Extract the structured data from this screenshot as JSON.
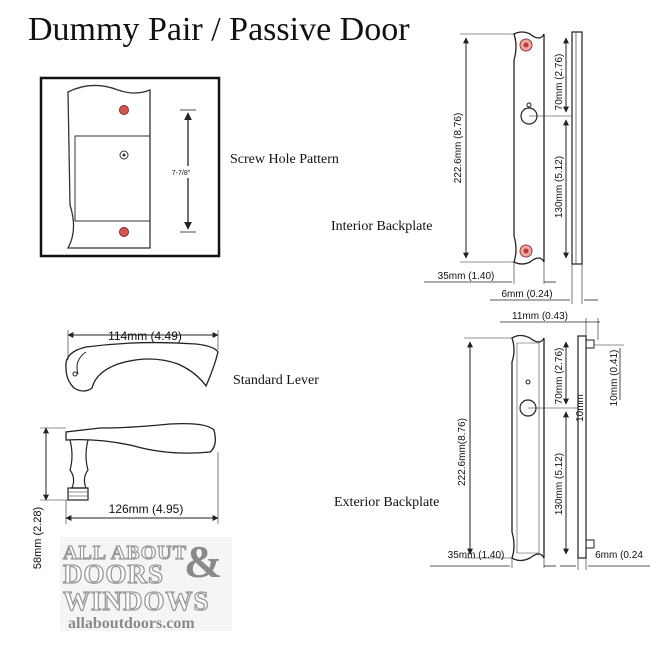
{
  "title": "Dummy Pair / Passive Door",
  "captions": {
    "screw_hole_pattern": "Screw Hole Pattern",
    "interior_backplate": "Interior Backplate",
    "standard_lever": "Standard Lever",
    "exterior_backplate": "Exterior Backplate"
  },
  "screw_pattern": {
    "spacing": "7-7/8\""
  },
  "interior": {
    "height": "222.6mm (8.76)",
    "top_to_hole": "70mm (2.76)",
    "hole_to_bottom": "130mm (5.12)",
    "width": "35mm (1.40)",
    "depth": "6mm (0.24)"
  },
  "lever": {
    "length": "114mm (4.49)",
    "projection": "126mm (4.95)",
    "height": "58mm (2.28)"
  },
  "exterior": {
    "top_offset": "11mm (0.43)",
    "height": "222.6mm(8.76)",
    "top_to_hole": "70mm (2.76)",
    "hole_to_bottom": "130mm (5.12)",
    "hole": "10mm",
    "pin": "10mm (0.41)",
    "width": "35mm (1.40)",
    "depth": "6mm (0.24"
  },
  "logo": {
    "line1": "ALL ABOUT",
    "line2": "DOORS",
    "ampersand": "&",
    "line3": "WINDOWS",
    "url": "allaboutdoors.com"
  },
  "colors": {
    "screw_marker": "#d9534f",
    "line": "#222222",
    "logo_gray": "#8a8a8a"
  }
}
